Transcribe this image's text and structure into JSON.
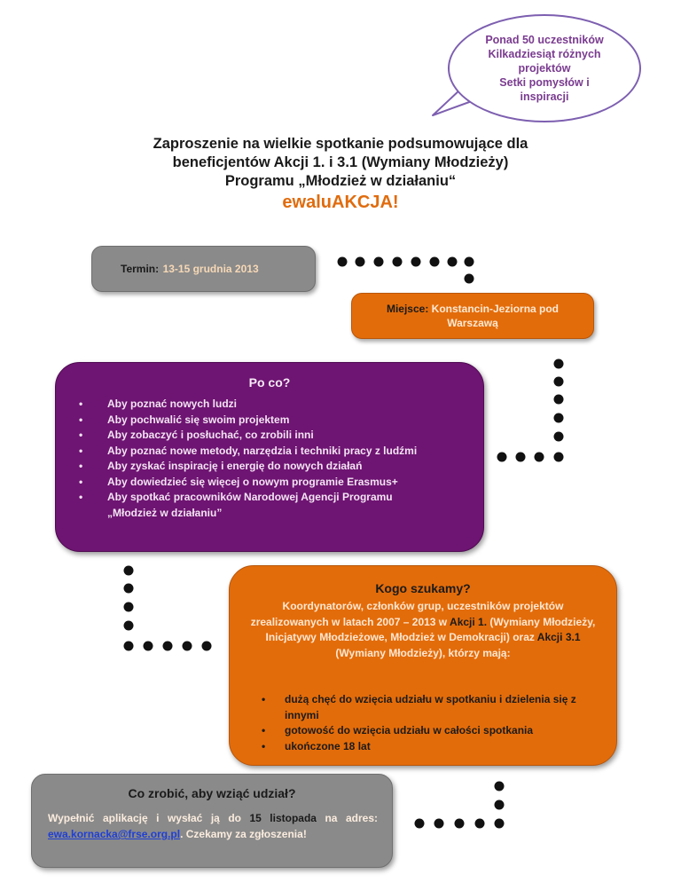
{
  "bubble": {
    "lines": [
      "Ponad 50 uczestników",
      "Kilkadziesiąt różnych",
      "projektów",
      "Setki pomysłów i",
      "inspiracji"
    ]
  },
  "header": {
    "line1": "Zaproszenie na wielkie spotkanie podsumowujące  dla",
    "line2": "beneficjentów Akcji 1. i 3.1 (Wymiany Młodzieży)",
    "line3": "Programu „Młodzież w działaniu“",
    "accent": "ewaluAKCJA!"
  },
  "termin": {
    "label": "Termin:",
    "value": "13-15 grudnia 2013"
  },
  "miejsce": {
    "label": "Miejsce:",
    "value": "Konstancin-Jeziorna pod Warszawą"
  },
  "po_co": {
    "heading": "Po co?",
    "items": [
      "Aby poznać nowych ludzi",
      "Aby pochwalić się swoim projektem",
      "Aby zobaczyć i posłuchać, co zrobili inni",
      "Aby poznać nowe metody, narzędzia i techniki pracy z ludźmi",
      "Aby zyskać inspirację i energię do nowych działań",
      "Aby dowiedzieć się więcej o nowym programie Erasmus+",
      "Aby spotkać pracowników Narodowej Agencji Programu „Młodzież w działaniu”"
    ]
  },
  "kogo": {
    "heading": "Kogo szukamy?",
    "intro_a": "Koordynatorów, członków grup, uczestników projektów zrealizowanych w latach 2007 – 2013 w ",
    "akcja1": "Akcji 1.",
    "intro_b": " (Wymiany Młodzieży, Inicjatywy Młodzieżowe, Młodzież w Demokracji) oraz ",
    "akcja31": "Akcji 3.1",
    "intro_c": " (Wymiany Młodzieży), którzy mają:",
    "items": [
      "dużą chęć do wzięcia udziału w spotkaniu i dzielenia się z innymi",
      "gotowość do wzięcia udziału w całości spotkania",
      "ukończone 18 lat"
    ]
  },
  "co_zrobic": {
    "heading": "Co zrobić, aby wziąć udział?",
    "text_a": "Wypełnić aplikację i wysłać ją do ",
    "date": "15 listopada",
    "text_b": " na adres: ",
    "email": "ewa.kornacka@frse.org.pl",
    "text_c": ". Czekamy za zgłoszenia!"
  },
  "colors": {
    "orange": "#e36c0a",
    "purple": "#6e1472",
    "grey": "#8a8a8a",
    "bubble_text": "#7a3b90"
  }
}
